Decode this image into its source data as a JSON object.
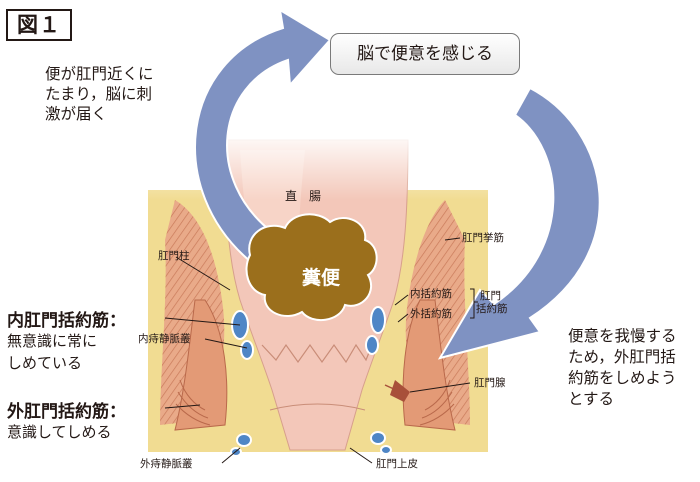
{
  "figure_label": "図１",
  "brain_box": "脳で便意を感じる",
  "left_note": {
    "lines": [
      "便が肛門近くに",
      "たまり，脳に刺",
      "激が届く"
    ]
  },
  "right_note": {
    "lines": [
      "便意を我慢する",
      "ため，外肛門括",
      "約筋をしめよう",
      "とする"
    ]
  },
  "internal_sphincter": {
    "heading": "内肛門括約筋：",
    "lines": [
      "無意識に常に",
      "しめている"
    ]
  },
  "external_sphincter": {
    "heading": "外肛門括約筋：",
    "lines": [
      "意識してしめる"
    ]
  },
  "anatomy_labels": {
    "rectum": "直　腸",
    "anal_column": "肛門柱",
    "levator_ani": "肛門挙筋",
    "internal_sphincter_short": "内括約筋",
    "external_sphincter_short": "外括約筋",
    "anal_sphincter_group": [
      "肛門",
      "括約筋"
    ],
    "internal_hemorrhoidal_plexus": "内痔静脈叢",
    "anal_gland": "肛門腺",
    "external_hemorrhoidal_plexus": "外痔静脈叢",
    "anoderm": "肛門上皮"
  },
  "feces_label": "糞便",
  "colors": {
    "arrow_fill": "#7f92c2",
    "feces": "#9b6f1c",
    "muscle": "#e7a98a",
    "fat": "#f1dc92",
    "mucosa": "#f3c7b9",
    "vein": "#4f86c6"
  }
}
